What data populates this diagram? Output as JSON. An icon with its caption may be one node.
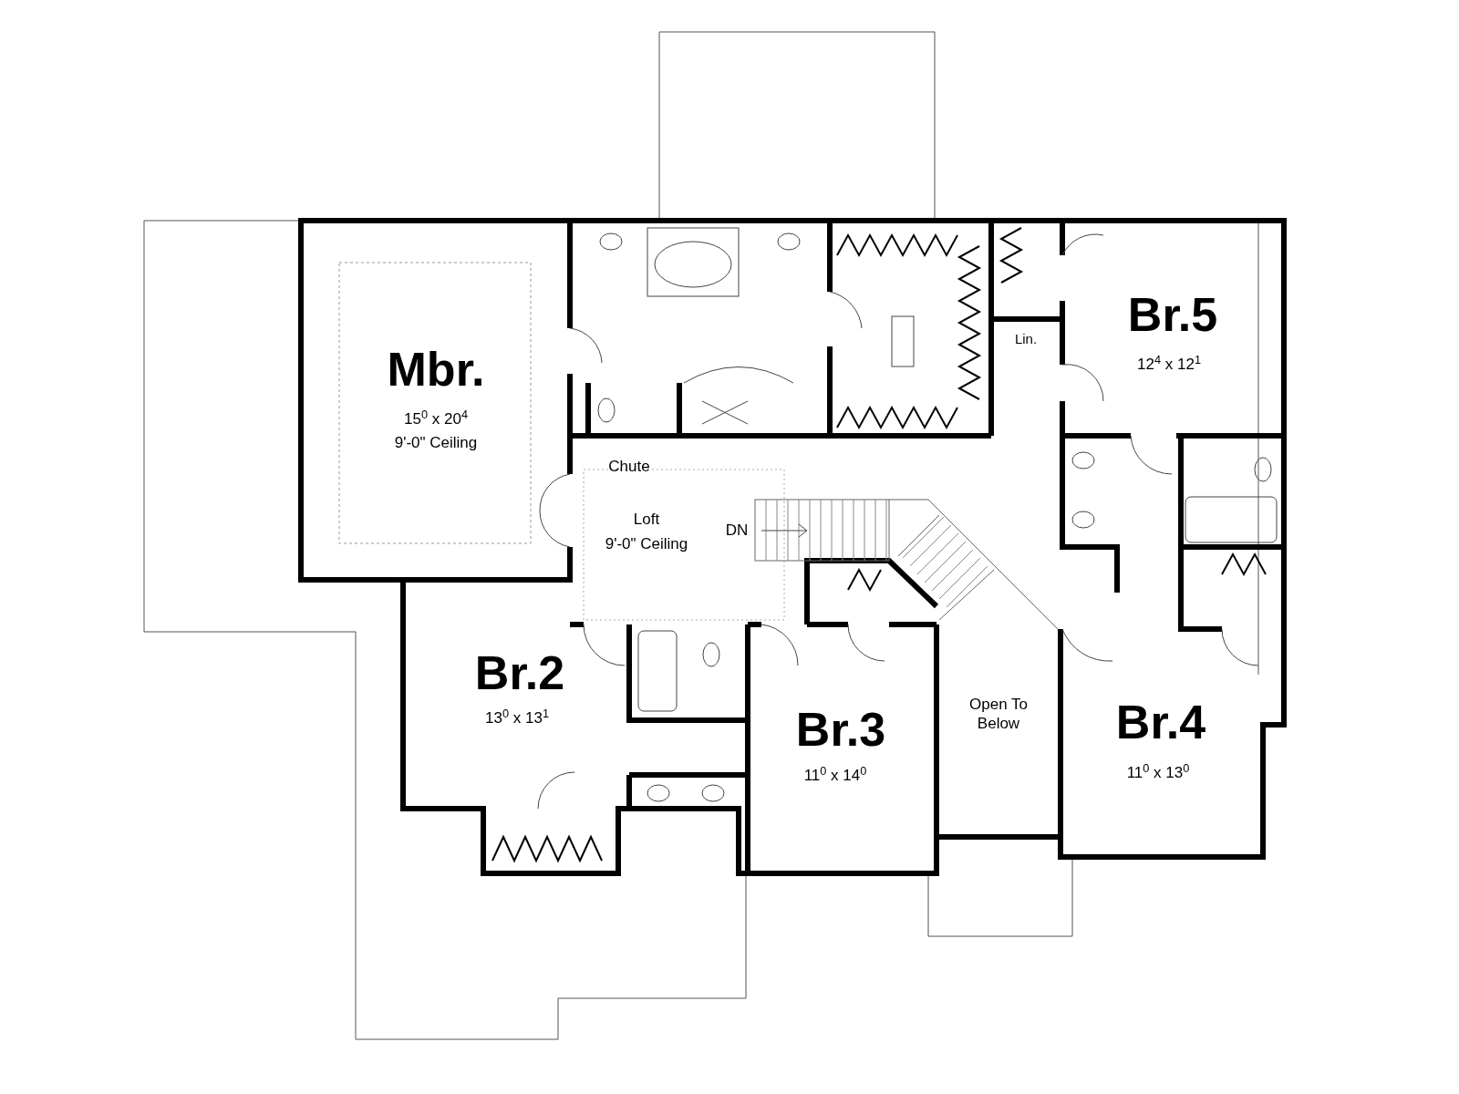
{
  "diagram": {
    "labels": [
      "Mbr.",
      "15$^{0}$ x 20$^{4}$",
      "9'-0\" Ceiling",
      "Lin.",
      "Br.5",
      "12$^{4}$ x 12$^{1}$",
      "Chute",
      "Loft",
      "9'-0\" Ceiling",
      "DN",
      "Br.2",
      "13$^{0}$ x 13$^{1}$",
      "Open To Below",
      "Br.3",
      "11$^{0}$ x 14$^{0}$",
      "Br.4",
      "11$^{0}$ x 13$^{0}$"
    ]
  }
}
